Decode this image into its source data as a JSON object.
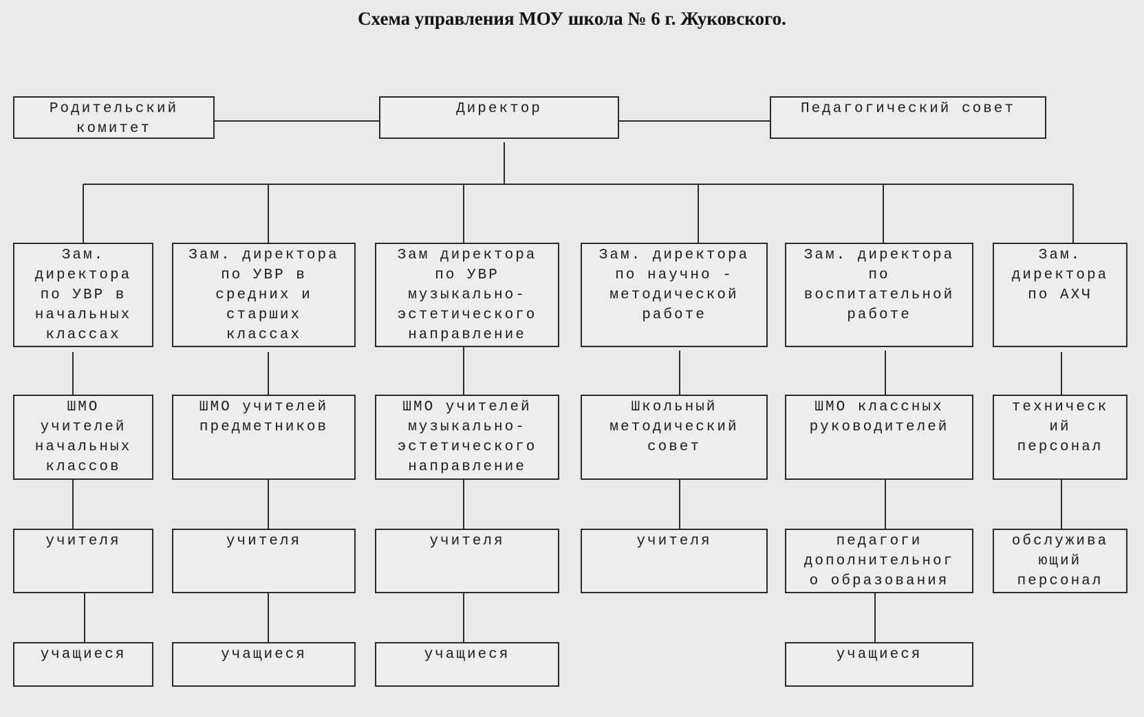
{
  "title": "Схема управления МОУ школа № 6 г. Жуковского.",
  "top_row": {
    "parents": "Родительский\nкомитет",
    "director": "Директор",
    "council": "Педагогический совет"
  },
  "deputies": [
    "Зам.\nдиректора\nпо УВР в\nначальных\nклассах",
    "Зам. директора\nпо УВР в\nсредних и\nстарших\nклассах",
    "Зам директора\nпо УВР\nмузыкально-\nэстетического\nнаправление",
    "Зам. директора\nпо научно -\nметодической\nработе",
    "Зам. директора\nпо\nвоспитательной\nработе",
    "Зам.\nдиректора\nпо АХЧ"
  ],
  "groups": [
    "ШМО\nучителей\nначальных\nклассов",
    "ШМО учителей\nпредметников",
    "ШМО учителей\nмузыкально-\nэстетического\nнаправление",
    "Школьный\nметодический\nсовет",
    "ШМО классных\nруководителей",
    "техническ\nий\nперсонал"
  ],
  "staff": [
    "учителя",
    "учителя",
    "учителя",
    "учителя",
    "педагоги\nдополнительног\nо образования",
    "обслужива\nющий\nперсонал"
  ],
  "students": [
    "учащиеся",
    "учащиеся",
    "учащиеся",
    "учащиеся"
  ]
}
